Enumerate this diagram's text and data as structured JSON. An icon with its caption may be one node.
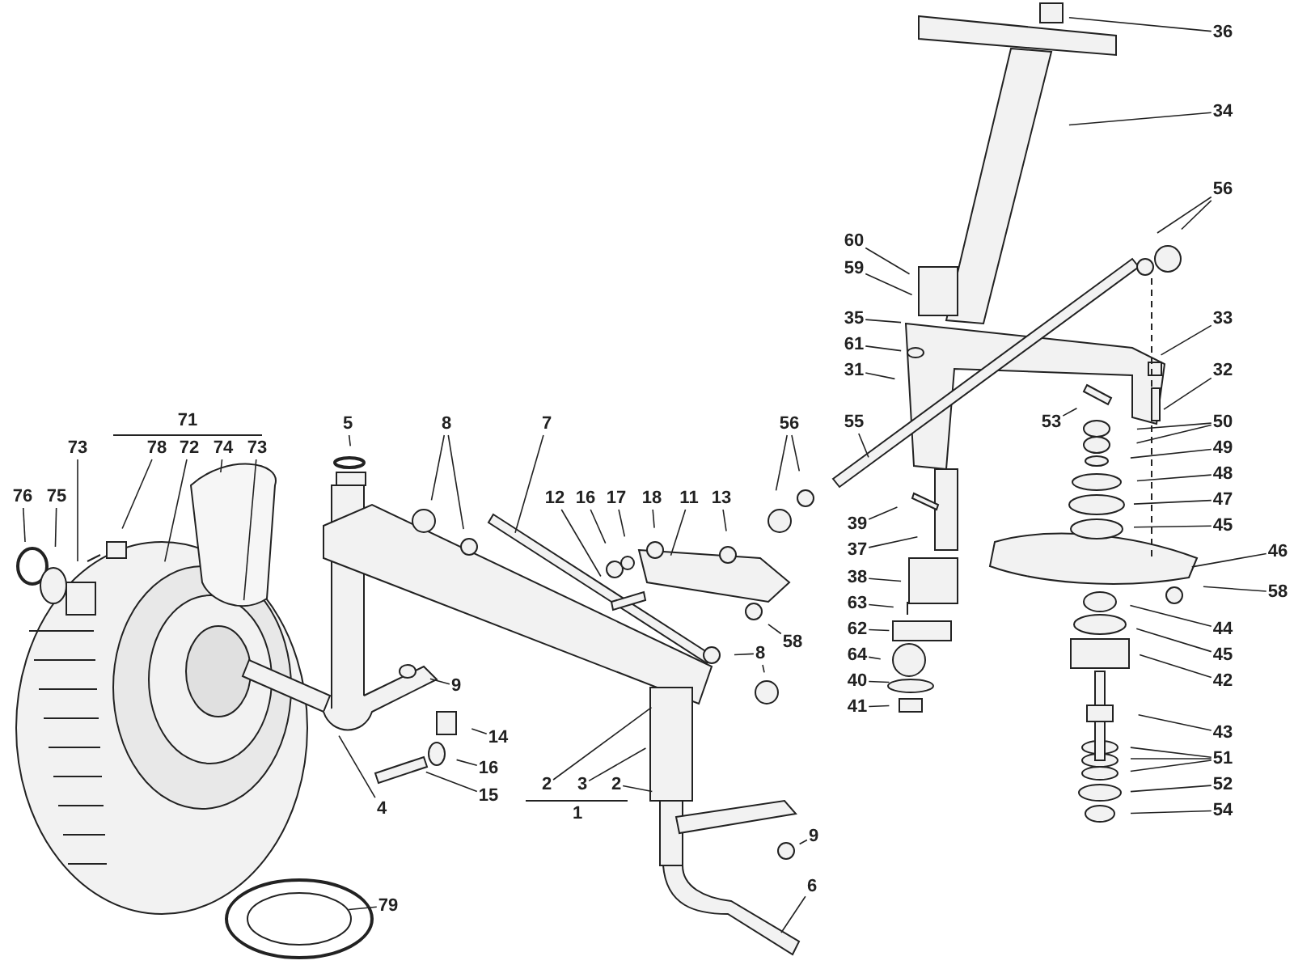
{
  "diagram": {
    "nodes": [
      {
        "text": [
          "76"
        ]
      },
      {
        "text": [
          "75"
        ]
      },
      {
        "text": [
          "73"
        ]
      },
      {
        "text": [
          "78"
        ]
      },
      {
        "text": [
          "72"
        ]
      },
      {
        "text": [
          "74"
        ]
      },
      {
        "text": [
          "73"
        ]
      },
      {
        "text": [
          "5"
        ]
      },
      {
        "text": [
          "8"
        ]
      },
      {
        "text": [
          "7"
        ]
      },
      {
        "text": [
          "56"
        ]
      },
      {
        "text": [
          "12"
        ]
      },
      {
        "text": [
          "16"
        ]
      },
      {
        "text": [
          "17"
        ]
      },
      {
        "text": [
          "18"
        ]
      },
      {
        "text": [
          "11"
        ]
      },
      {
        "text": [
          "13"
        ]
      },
      {
        "text": [
          "58"
        ]
      },
      {
        "text": [
          "8"
        ]
      },
      {
        "text": [
          "9"
        ]
      },
      {
        "text": [
          "4"
        ]
      },
      {
        "text": [
          "14"
        ]
      },
      {
        "text": [
          "16"
        ]
      },
      {
        "text": [
          "15"
        ]
      },
      {
        "text": [
          "2"
        ]
      },
      {
        "text": [
          "3"
        ]
      },
      {
        "text": [
          "2"
        ]
      },
      {
        "text": [
          "9"
        ]
      },
      {
        "text": [
          "6"
        ]
      },
      {
        "text": [
          "79"
        ]
      },
      {
        "text": [
          "36"
        ]
      },
      {
        "text": [
          "34"
        ]
      },
      {
        "text": [
          "56"
        ]
      },
      {
        "text": [
          "60"
        ]
      },
      {
        "text": [
          "59"
        ]
      },
      {
        "text": [
          "35"
        ]
      },
      {
        "text": [
          "61"
        ]
      },
      {
        "text": [
          "31"
        ]
      },
      {
        "text": [
          "33"
        ]
      },
      {
        "text": [
          "32"
        ]
      },
      {
        "text": [
          "55"
        ]
      },
      {
        "text": [
          "53"
        ]
      },
      {
        "text": [
          "50"
        ]
      },
      {
        "text": [
          "49"
        ]
      },
      {
        "text": [
          "48"
        ]
      },
      {
        "text": [
          "47"
        ]
      },
      {
        "text": [
          "45"
        ]
      },
      {
        "text": [
          "46"
        ]
      },
      {
        "text": [
          "39"
        ]
      },
      {
        "text": [
          "37"
        ]
      },
      {
        "text": [
          "38"
        ]
      },
      {
        "text": [
          "63"
        ]
      },
      {
        "text": [
          "62"
        ]
      },
      {
        "text": [
          "64"
        ]
      },
      {
        "text": [
          "40"
        ]
      },
      {
        "text": [
          "41"
        ]
      },
      {
        "text": [
          "58"
        ]
      },
      {
        "text": [
          "44"
        ]
      },
      {
        "text": [
          "45"
        ]
      },
      {
        "text": [
          "42"
        ]
      },
      {
        "text": [
          "43"
        ]
      },
      {
        "text": [
          "51"
        ]
      },
      {
        "text": [
          "52"
        ]
      },
      {
        "text": [
          "54"
        ]
      }
    ],
    "edges": [
      {
        "from": 0,
        "to": null,
        "arrow": "none"
      },
      {
        "from": 1,
        "to": null,
        "arrow": "none"
      },
      {
        "from": 2,
        "to": null,
        "arrow": "none"
      },
      {
        "from": 3,
        "to": null,
        "arrow": "none"
      },
      {
        "from": 4,
        "to": null,
        "arrow": "none"
      },
      {
        "from": 5,
        "to": null,
        "arrow": "none"
      },
      {
        "from": 6,
        "to": null,
        "arrow": "none"
      },
      {
        "from": 7,
        "to": null,
        "arrow": "none"
      },
      {
        "from": 8,
        "to": null,
        "arrow": "none"
      },
      {
        "from": 8,
        "to": null,
        "arrow": "none"
      },
      {
        "from": 9,
        "to": null,
        "arrow": "none"
      },
      {
        "from": 10,
        "to": null,
        "arrow": "none"
      },
      {
        "from": 10,
        "to": null,
        "arrow": "none"
      },
      {
        "from": 11,
        "to": null,
        "arrow": "none"
      },
      {
        "from": 12,
        "to": null,
        "arrow": "none"
      },
      {
        "from": 13,
        "to": null,
        "arrow": "none"
      },
      {
        "from": 14,
        "to": null,
        "arrow": "none"
      },
      {
        "from": 15,
        "to": null,
        "arrow": "none"
      },
      {
        "from": 16,
        "to": null,
        "arrow": "none"
      },
      {
        "from": 17,
        "to": null,
        "arrow": "none"
      },
      {
        "from": 18,
        "to": null,
        "arrow": "none"
      },
      {
        "from": 18,
        "to": null,
        "arrow": "none"
      },
      {
        "from": 19,
        "to": null,
        "arrow": "none"
      },
      {
        "from": 20,
        "to": null,
        "arrow": "none"
      },
      {
        "from": 21,
        "to": null,
        "arrow": "none"
      },
      {
        "from": 22,
        "to": null,
        "arrow": "none"
      },
      {
        "from": 23,
        "to": null,
        "arrow": "none"
      },
      {
        "from": 24,
        "to": null,
        "arrow": "none"
      },
      {
        "from": 25,
        "to": null,
        "arrow": "none"
      },
      {
        "from": 26,
        "to": null,
        "arrow": "none"
      },
      {
        "from": 27,
        "to": null,
        "arrow": "none"
      },
      {
        "from": 28,
        "to": null,
        "arrow": "none"
      },
      {
        "from": 29,
        "to": null,
        "arrow": "none"
      },
      {
        "from": 30,
        "to": null,
        "arrow": "none"
      },
      {
        "from": 31,
        "to": null,
        "arrow": "none"
      },
      {
        "from": 32,
        "to": null,
        "arrow": "none"
      },
      {
        "from": 32,
        "to": null,
        "arrow": "none"
      },
      {
        "from": 33,
        "to": null,
        "arrow": "none"
      },
      {
        "from": 34,
        "to": null,
        "arrow": "none"
      },
      {
        "from": 35,
        "to": null,
        "arrow": "none"
      },
      {
        "from": 36,
        "to": null,
        "arrow": "none"
      },
      {
        "from": 37,
        "to": null,
        "arrow": "none"
      },
      {
        "from": 38,
        "to": null,
        "arrow": "none"
      },
      {
        "from": 39,
        "to": null,
        "arrow": "none"
      },
      {
        "from": 40,
        "to": null,
        "arrow": "none"
      },
      {
        "from": 41,
        "to": null,
        "arrow": "none"
      },
      {
        "from": 42,
        "to": null,
        "arrow": "none"
      },
      {
        "from": 42,
        "to": null,
        "arrow": "none"
      },
      {
        "from": 43,
        "to": null,
        "arrow": "none"
      },
      {
        "from": 44,
        "to": null,
        "arrow": "none"
      },
      {
        "from": 45,
        "to": null,
        "arrow": "none"
      },
      {
        "from": 46,
        "to": null,
        "arrow": "none"
      },
      {
        "from": 47,
        "to": null,
        "arrow": "none"
      },
      {
        "from": 48,
        "to": null,
        "arrow": "none"
      },
      {
        "from": 49,
        "to": null,
        "arrow": "none"
      },
      {
        "from": 50,
        "to": null,
        "arrow": "none"
      },
      {
        "from": 51,
        "to": null,
        "arrow": "none"
      },
      {
        "from": 52,
        "to": null,
        "arrow": "none"
      },
      {
        "from": 53,
        "to": null,
        "arrow": "none"
      },
      {
        "from": 54,
        "to": null,
        "arrow": "none"
      },
      {
        "from": 55,
        "to": null,
        "arrow": "none"
      },
      {
        "from": 56,
        "to": null,
        "arrow": "none"
      },
      {
        "from": 57,
        "to": null,
        "arrow": "none"
      },
      {
        "from": 58,
        "to": null,
        "arrow": "none"
      },
      {
        "from": 59,
        "to": null,
        "arrow": "none"
      },
      {
        "from": 60,
        "to": null,
        "arrow": "none"
      },
      {
        "from": 61,
        "to": null,
        "arrow": "none"
      },
      {
        "from": 61,
        "to": null,
        "arrow": "none"
      },
      {
        "from": 61,
        "to": null,
        "arrow": "none"
      },
      {
        "from": 62,
        "to": null,
        "arrow": "none"
      },
      {
        "from": 63,
        "to": null,
        "arrow": "none"
      }
    ],
    "labels": [
      "71",
      "1"
    ]
  }
}
